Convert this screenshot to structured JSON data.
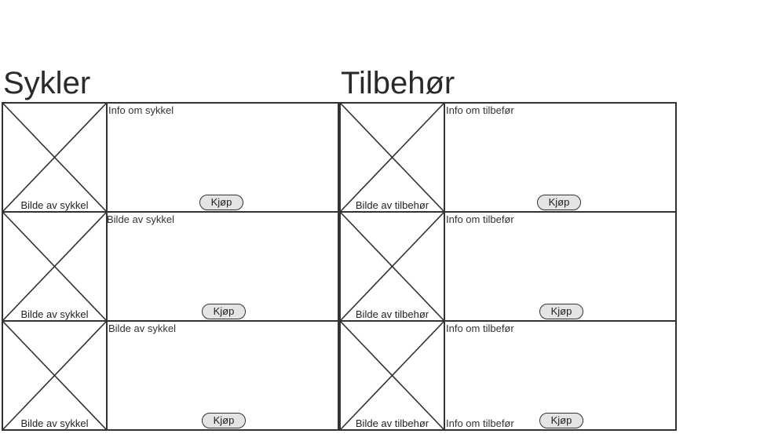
{
  "sections": {
    "bikes": {
      "title": "Sykler",
      "items": [
        {
          "info": "Info om sykkel",
          "image_label": "Bilde av sykkel",
          "buy_label": "Kjøp"
        },
        {
          "info": "Bilde av sykkel",
          "image_label": "Bilde av sykkel",
          "buy_label": "Kjøp"
        },
        {
          "info": "Bilde av sykkel",
          "image_label": "Bilde av sykkel",
          "buy_label": "Kjøp"
        }
      ]
    },
    "accessories": {
      "title": "Tilbehør",
      "items": [
        {
          "info": "Info om tilbefør",
          "image_label": "Bilde av tilbehør",
          "buy_label": "Kjøp"
        },
        {
          "info": "Info om tilbefør",
          "image_label": "Bilde av tilbehør",
          "buy_label": "Kjøp"
        },
        {
          "info": "Info om tilbefør",
          "image_label": "Bilde av tilbehør",
          "buy_label": "Kjøp",
          "info_bottom": "Info om tilbefør"
        }
      ]
    }
  }
}
